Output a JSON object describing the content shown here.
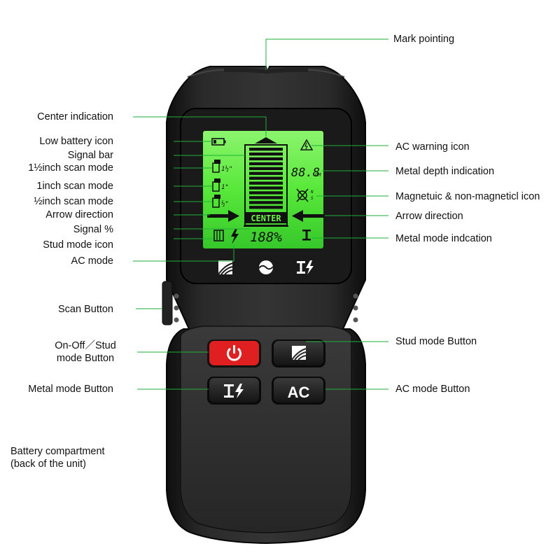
{
  "labels_left": {
    "center_indication": "Center indication",
    "low_battery_icon": "Low battery icon",
    "signal_bar": "Signal bar",
    "scan_1_5inch": "1½inch scan mode",
    "scan_1inch": "1inch scan mode",
    "scan_half_inch": "½inch scan mode",
    "arrow_direction": "Arrow direction",
    "signal_percent": "Signal %",
    "stud_mode_icon": "Stud mode icon",
    "ac_mode": "AC mode",
    "scan_button": "Scan Button",
    "on_off_stud_line1": "On-Off／Stud",
    "on_off_stud_line2": "mode Button",
    "metal_mode_button": "Metal mode Button",
    "battery_line1": "Battery compartment",
    "battery_line2": "(back of the unit)"
  },
  "labels_right": {
    "mark_pointing": "Mark pointing",
    "ac_warning_icon": "AC warning icon",
    "metal_depth": "Metal depth indication",
    "magnetic_icon": "Magnetuic & non-magneticl icon",
    "arrow_direction": "Arrow direction",
    "metal_mode": "Metal mode indcation",
    "stud_mode_button": "Stud mode Button",
    "ac_mode_button": "AC mode Button"
  },
  "lcd": {
    "center_text": "CENTER",
    "signal_percent": "188%",
    "depth_value": "88.8",
    "depth_unit": "CM",
    "scan_1_5_suffix": "1½\"",
    "scan_1_suffix": "1\"",
    "scan_half_suffix": "½\"",
    "mag_n": "N",
    "mag_s": "S",
    "signal_bar_count": 13
  },
  "buttons": {
    "ac_label": "AC"
  },
  "colors": {
    "device_body": "#1c1c1c",
    "lcd_backlight": "#5ef03a",
    "power_button": "#e02020",
    "leader_line": "#1fae3a"
  },
  "icons": {
    "power": "power-icon",
    "stud": "stud-icon",
    "metal_ac": "metal-ac-icon",
    "center_mode": "center-mode-icon"
  }
}
